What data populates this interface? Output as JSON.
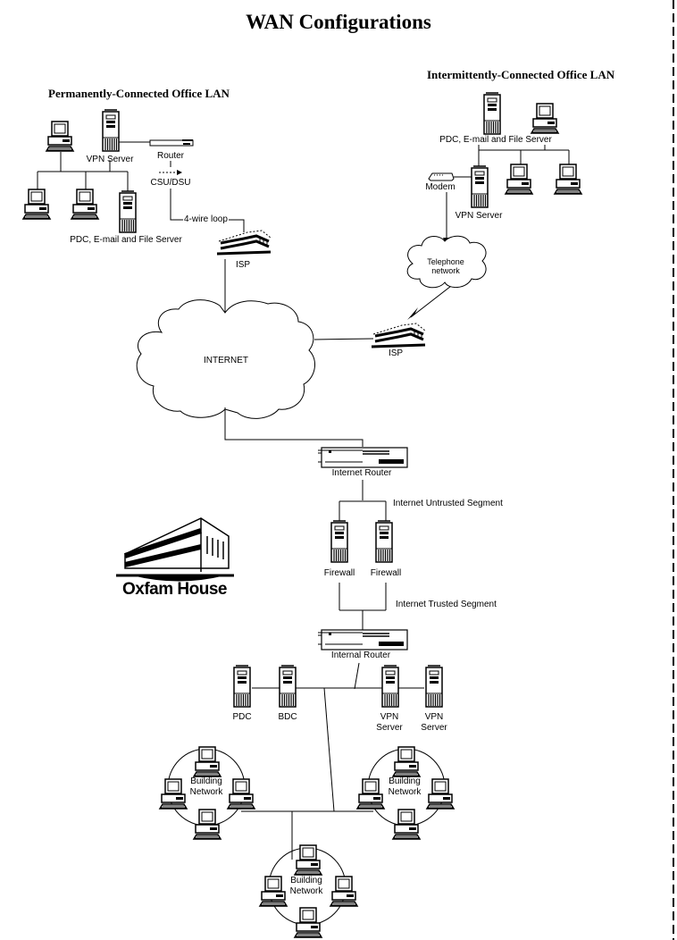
{
  "title": "WAN Configurations",
  "permanent_lan": {
    "heading": "Permanently-Connected Office LAN",
    "vpn_server": "VPN Server",
    "router": "Router",
    "csu_dsu": "CSU/DSU",
    "loop": "4-wire loop",
    "pdc_server": "PDC, E-mail and File Server",
    "isp": "ISP"
  },
  "intermittent_lan": {
    "heading": "Intermittently-Connected Office LAN",
    "pdc_server": "PDC, E-mail and File Server",
    "modem": "Modem",
    "vpn_server": "VPN Server",
    "telephone_line1": "Telephone",
    "telephone_line2": "network",
    "isp": "ISP"
  },
  "internet": {
    "label": "INTERNET"
  },
  "headquarters": {
    "name": "Oxfam House",
    "internet_router": "Internet Router",
    "untrusted_segment": "Internet Untrusted Segment",
    "firewall_1": "Firewall",
    "firewall_2": "Firewall",
    "trusted_segment": "Internet Trusted Segment",
    "internal_router": "Internal Router",
    "pdc": "PDC",
    "bdc": "BDC",
    "vpn_1_line1": "VPN",
    "vpn_1_line2": "Server",
    "vpn_2_line1": "VPN",
    "vpn_2_line2": "Server",
    "building_networks": [
      {
        "line1": "Building",
        "line2": "Network"
      },
      {
        "line1": "Building",
        "line2": "Network"
      },
      {
        "line1": "Building",
        "line2": "Network"
      }
    ]
  }
}
